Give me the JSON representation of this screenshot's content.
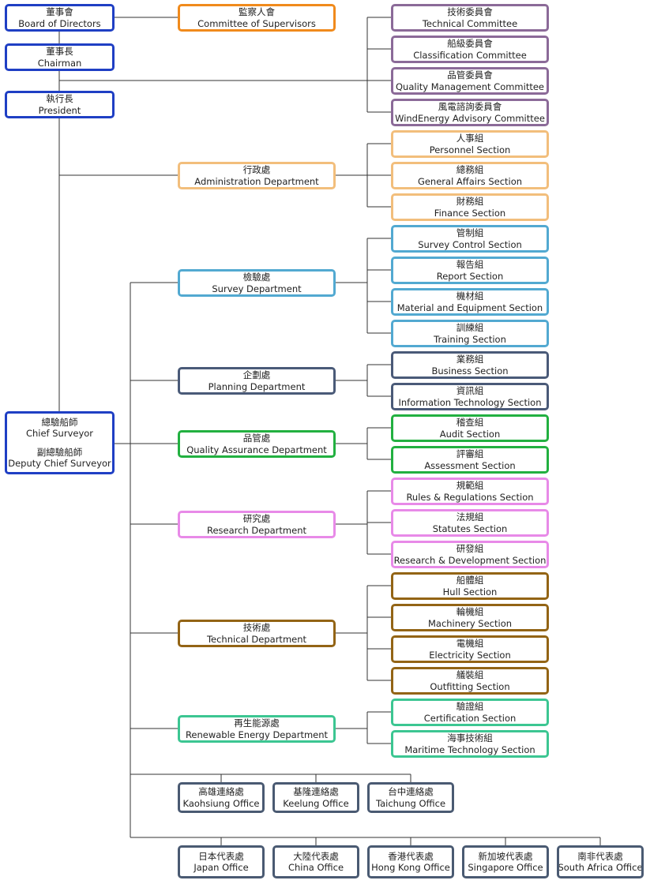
{
  "colors": {
    "top": "#1f3fc4",
    "supervisors": "#f08a1c",
    "committee": "#8b6a98",
    "admin": "#f2be7c",
    "survey": "#52a9d1",
    "planning": "#4a5a78",
    "quality": "#22b040",
    "research": "#e88ae8",
    "technical": "#936415",
    "renewable": "#3cc692",
    "office": "#4a5a72",
    "line": "#333333"
  },
  "nodes": [
    {
      "id": "board",
      "zh": "董事會",
      "en": "Board of Directors",
      "color": "top"
    },
    {
      "id": "chairman",
      "zh": "董事長",
      "en": "Chairman",
      "color": "top"
    },
    {
      "id": "president",
      "zh": "執行長",
      "en": "President",
      "color": "top"
    },
    {
      "id": "chief",
      "zh": "總驗船師",
      "en": "Chief Surveyor",
      "zh2": "副總驗船師",
      "en2": "Deputy Chief Surveyor",
      "color": "top"
    },
    {
      "id": "supervisors",
      "zh": "監察人會",
      "en": "Committee of Supervisors",
      "color": "supervisors"
    },
    {
      "id": "tech-committee",
      "zh": "技術委員會",
      "en": "Technical Committee",
      "color": "committee"
    },
    {
      "id": "class-committee",
      "zh": "船級委員會",
      "en": "Classification Committee",
      "color": "committee"
    },
    {
      "id": "qm-committee",
      "zh": "品管委員會",
      "en": "Quality Management Committee",
      "color": "committee"
    },
    {
      "id": "wind-committee",
      "zh": "風電諮詢委員會",
      "en": "WindEnergy Advisory  Committee",
      "color": "committee"
    },
    {
      "id": "admin-dept",
      "zh": "行政處",
      "en": "Administration Department",
      "color": "admin"
    },
    {
      "id": "personnel",
      "zh": "人事組",
      "en": "Personnel Section",
      "color": "admin"
    },
    {
      "id": "general-affairs",
      "zh": "總務組",
      "en": "General Affairs Section",
      "color": "admin"
    },
    {
      "id": "finance",
      "zh": "財務組",
      "en": "Finance Section",
      "color": "admin"
    },
    {
      "id": "survey-dept",
      "zh": "檢驗處",
      "en": "Survey Department",
      "color": "survey"
    },
    {
      "id": "survey-control",
      "zh": "管制組",
      "en": "Survey Control Section",
      "color": "survey"
    },
    {
      "id": "report",
      "zh": "報告組",
      "en": "Report Section",
      "color": "survey"
    },
    {
      "id": "material",
      "zh": "機材組",
      "en": "Material and Equipment Section",
      "color": "survey"
    },
    {
      "id": "training",
      "zh": "訓練組",
      "en": "Training Section",
      "color": "survey"
    },
    {
      "id": "planning-dept",
      "zh": "企劃處",
      "en": "Planning Department",
      "color": "planning"
    },
    {
      "id": "business",
      "zh": "業務組",
      "en": "Business Section",
      "color": "planning"
    },
    {
      "id": "it",
      "zh": "資訊組",
      "en": "Information Technology Section",
      "color": "planning"
    },
    {
      "id": "qa-dept",
      "zh": "品管處",
      "en": "Quality Assurance Department",
      "color": "quality"
    },
    {
      "id": "audit",
      "zh": "稽查組",
      "en": "Audit Section",
      "color": "quality"
    },
    {
      "id": "assessment",
      "zh": "評審組",
      "en": "Assessment Section",
      "color": "quality"
    },
    {
      "id": "research-dept",
      "zh": "研究處",
      "en": "Research Department",
      "color": "research"
    },
    {
      "id": "rules",
      "zh": "規範組",
      "en": "Rules & Regulations Section",
      "color": "research"
    },
    {
      "id": "statutes",
      "zh": "法規組",
      "en": "Statutes Section",
      "color": "research"
    },
    {
      "id": "rnd",
      "zh": "研發組",
      "en": "Research & Development Section",
      "color": "research"
    },
    {
      "id": "technical-dept",
      "zh": "技術處",
      "en": "Technical Department",
      "color": "technical"
    },
    {
      "id": "hull",
      "zh": "船體組",
      "en": "Hull Section",
      "color": "technical"
    },
    {
      "id": "machinery",
      "zh": "輪機組",
      "en": "Machinery Section",
      "color": "technical"
    },
    {
      "id": "electricity",
      "zh": "電機組",
      "en": "Electricity Section",
      "color": "technical"
    },
    {
      "id": "outfitting",
      "zh": "艤裝組",
      "en": "Outfitting Section",
      "color": "technical"
    },
    {
      "id": "renewable-dept",
      "zh": "再生能源處",
      "en": "Renewable Energy Department",
      "color": "renewable"
    },
    {
      "id": "certification",
      "zh": "驗證組",
      "en": "Certification Section",
      "color": "renewable"
    },
    {
      "id": "maritime-tech",
      "zh": "海事技術組",
      "en": "Maritime Technology Section",
      "color": "renewable"
    },
    {
      "id": "kaohsiung",
      "zh": "高雄連絡處",
      "en": "Kaohsiung Office",
      "color": "office"
    },
    {
      "id": "keelung",
      "zh": "基隆連絡處",
      "en": "Keelung Office",
      "color": "office"
    },
    {
      "id": "taichung",
      "zh": "台中連絡處",
      "en": "Taichung Office",
      "color": "office"
    },
    {
      "id": "japan",
      "zh": "日本代表處",
      "en": "Japan Office",
      "color": "office"
    },
    {
      "id": "china",
      "zh": "大陸代表處",
      "en": "China Office",
      "color": "office"
    },
    {
      "id": "hongkong",
      "zh": "香港代表處",
      "en": "Hong Kong Office",
      "color": "office"
    },
    {
      "id": "singapore",
      "zh": "新加坡代表處",
      "en": "Singapore Office",
      "color": "office"
    },
    {
      "id": "southafrica",
      "zh": "南非代表處",
      "en": "South Africa Office",
      "color": "office"
    }
  ]
}
